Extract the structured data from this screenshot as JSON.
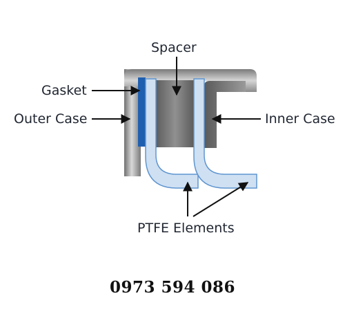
{
  "labels": {
    "spacer": "Spacer",
    "gasket": "Gasket",
    "outer_case": "Outer Case",
    "inner_case": "Inner Case",
    "ptfe_elements": "PTFE Elements"
  },
  "phone": "0973 594 086",
  "colors": {
    "case_metal": "#8a8a8a",
    "spacer": "#6b6b6b",
    "gasket": "#1f5fb0",
    "ptfe_fill": "#cfe0f3",
    "ptfe_outline": "#5f95cf",
    "arrow": "#111111"
  }
}
